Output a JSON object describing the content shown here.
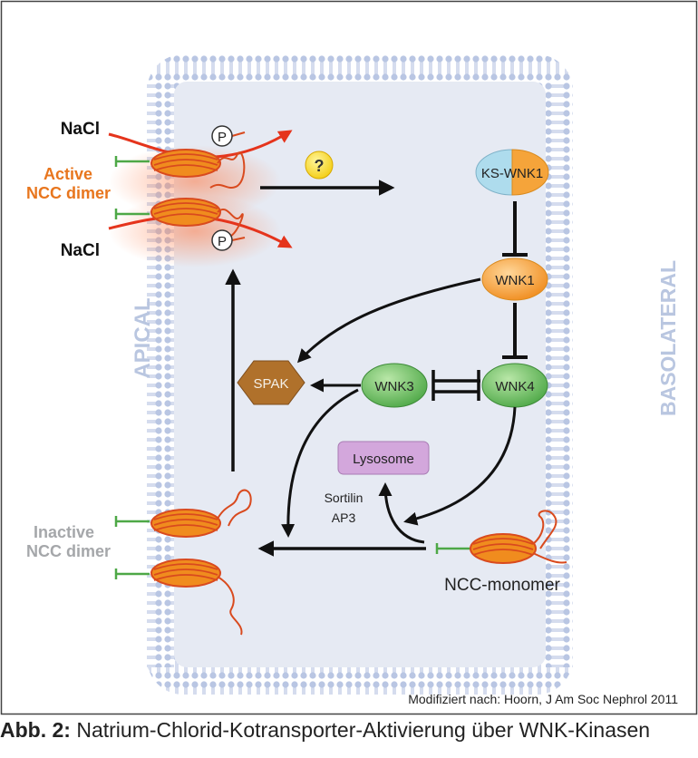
{
  "labels": {
    "nacl_top": "NaCl",
    "nacl_bottom": "NaCl",
    "active_line1": "Active",
    "active_line2": "NCC dimer",
    "phospho_top": "P",
    "phospho_bottom": "P",
    "unknown": "?",
    "ks_wnk1": "KS-WNK1",
    "wnk1": "WNK1",
    "wnk4": "WNK4",
    "wnk3": "WNK3",
    "spak": "SPAK",
    "lysosome": "Lysosome",
    "sortilin": "Sortilin",
    "ap3": "AP3",
    "apical": "APICAL",
    "basolateral": "BASOLATERAL",
    "inactive_line1": "Inactive",
    "inactive_line2": "NCC dimer",
    "ncc_monomer": "NCC-monomer"
  },
  "source": "Modifiziert nach: Hoorn, J Am Soc Nephrol 2011",
  "caption": {
    "prefix": "Abb. 2:",
    "text": "Natrium-Chlorid-Kotransporter-Aktivierung über WNK-Kinasen"
  },
  "colors": {
    "membrane": "#b9c6e3",
    "cell": "#e6eaf3",
    "orange": "#f39a2c",
    "ncc_red": "#d94a1e",
    "green": "#5db55a",
    "spak": "#b0712b",
    "lysosome": "#d3a7dc",
    "ks_blue": "#aedced",
    "active_text": "#e8761e",
    "inactive_text": "#a5a7aa",
    "side_text": "#b9c6e0"
  }
}
